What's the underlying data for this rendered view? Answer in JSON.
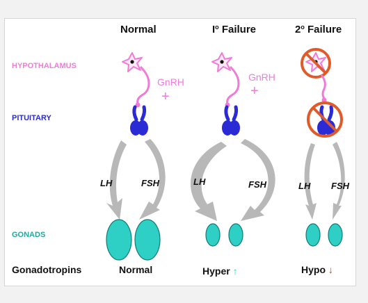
{
  "columns": {
    "normal": "Normal",
    "primary_prefix": "I",
    "primary_sup": "o",
    "primary_text": " Failure",
    "secondary_prefix": "2",
    "secondary_sup": "o",
    "secondary_text": " Failure"
  },
  "rows": {
    "hypothalamus": "HYPOTHALAMUS",
    "pituitary": "PITUITARY",
    "gonads": "GONADS"
  },
  "hormones": {
    "gnrh": "GnRH",
    "plus": "+",
    "lh": "LH",
    "fsh": "FSH"
  },
  "bottom": {
    "label": "Gonadotropins",
    "normal": "Normal",
    "hyper": "Hyper",
    "hyper_arrow": "↑",
    "hypo": "Hypo",
    "hypo_arrow": "↓"
  },
  "colors": {
    "hypothalamus": "#f07ad8",
    "pituitary": "#2b2bd6",
    "gonads": "#2ecfc4",
    "arrows": "#b8b8b8",
    "hyper_arrow": "#2ecfc4",
    "hypo_arrow": "#e2261c",
    "prohibited": "#e05a2a"
  }
}
